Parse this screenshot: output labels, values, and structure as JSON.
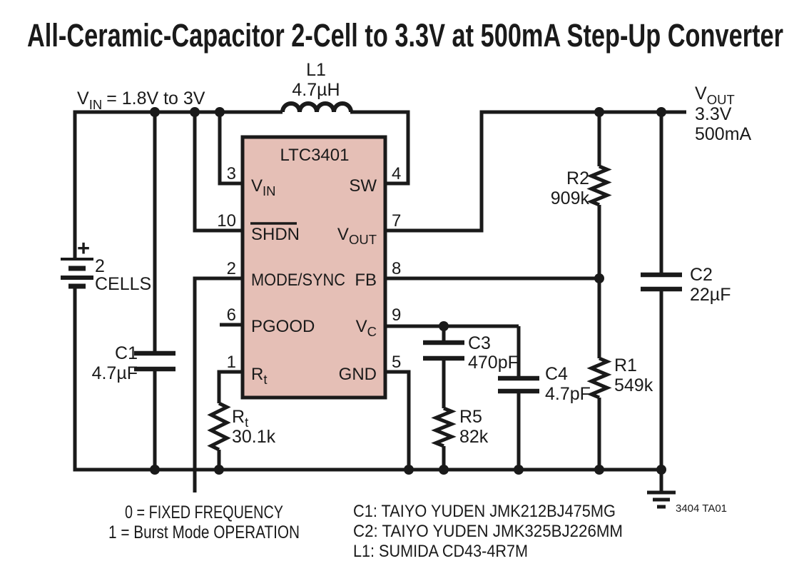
{
  "colors": {
    "ink": "#1a1a1a",
    "ic_fill": "#e5bfb6"
  },
  "title": "All-Ceramic-Capacitor 2-Cell to 3.3V at 500mA Step-Up Converter",
  "input_rail": {
    "v": "V",
    "sub": "IN",
    "rest": "= 1.8V to 3V"
  },
  "battery": {
    "plus": "+",
    "qty": "2",
    "label": "CELLS"
  },
  "inductor": {
    "ref": "L1",
    "value": "4.7µH"
  },
  "ic": {
    "name": "LTC3401",
    "pins_left": [
      {
        "num": "3",
        "label": "V",
        "sub": "IN"
      },
      {
        "num": "10",
        "label": "SHDN"
      },
      {
        "num": "2",
        "label": "MODE/SYNC"
      },
      {
        "num": "6",
        "label": "PGOOD"
      },
      {
        "num": "1",
        "label": "R",
        "sub": "t"
      }
    ],
    "pins_right": [
      {
        "num": "4",
        "label": "SW"
      },
      {
        "num": "7",
        "label": "V",
        "sub": "OUT"
      },
      {
        "num": "8",
        "label": "FB"
      },
      {
        "num": "9",
        "label": "V",
        "sub": "C"
      },
      {
        "num": "5",
        "label": "GND"
      }
    ]
  },
  "components": {
    "c1": {
      "ref": "C1",
      "value": "4.7µF"
    },
    "c2": {
      "ref": "C2",
      "value": "22µF"
    },
    "c3": {
      "ref": "C3",
      "value": "470pF"
    },
    "c4": {
      "ref": "C4",
      "value": "4.7pF"
    },
    "r1": {
      "ref": "R1",
      "value": "549k"
    },
    "r2": {
      "ref": "R2",
      "value": "909k"
    },
    "r5": {
      "ref": "R5",
      "value": "82k"
    },
    "rt": {
      "ref": "R",
      "ref_sub": "t",
      "value": "30.1k"
    }
  },
  "output": {
    "v": "V",
    "sub": "OUT",
    "voltage": "3.3V",
    "current": "500mA"
  },
  "mode_note": {
    "line1": "0 = FIXED FREQUENCY",
    "line2": "1 = Burst Mode OPERATION"
  },
  "notes": [
    "C1: TAIYO YUDEN JMK212BJ475MG",
    "C2: TAIYO YUDEN JMK325BJ226MM",
    "L1: SUMIDA CD43-4R7M"
  ],
  "fig_ref": "3404 TA01"
}
